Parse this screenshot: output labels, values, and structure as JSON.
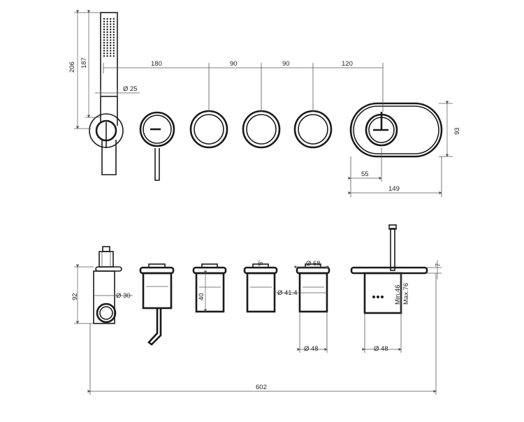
{
  "dimensions": {
    "handshower_length": "206",
    "handshower_holder": "187",
    "spacing_1": "180",
    "spacing_2": "90",
    "spacing_3": "90",
    "spacing_4": "120",
    "hose_dia": "Ø 25",
    "plate_height": "93",
    "plate_offset": "55",
    "plate_width": "149",
    "wall_height": "92",
    "holder_dia": "Ø 30",
    "knob_height": "40",
    "flange_dim": "5",
    "flange_dia": "Ø 68",
    "knob_dia": "Ø 41.4",
    "body_dia_1": "Ø 48",
    "body_dia_2": "Ø 48",
    "min_depth": "Min.46",
    "max_depth": "Max.76",
    "plate_thickness": "7",
    "total_width": "602"
  },
  "colors": {
    "line": "#1a1a1a",
    "dimension": "#555555"
  }
}
